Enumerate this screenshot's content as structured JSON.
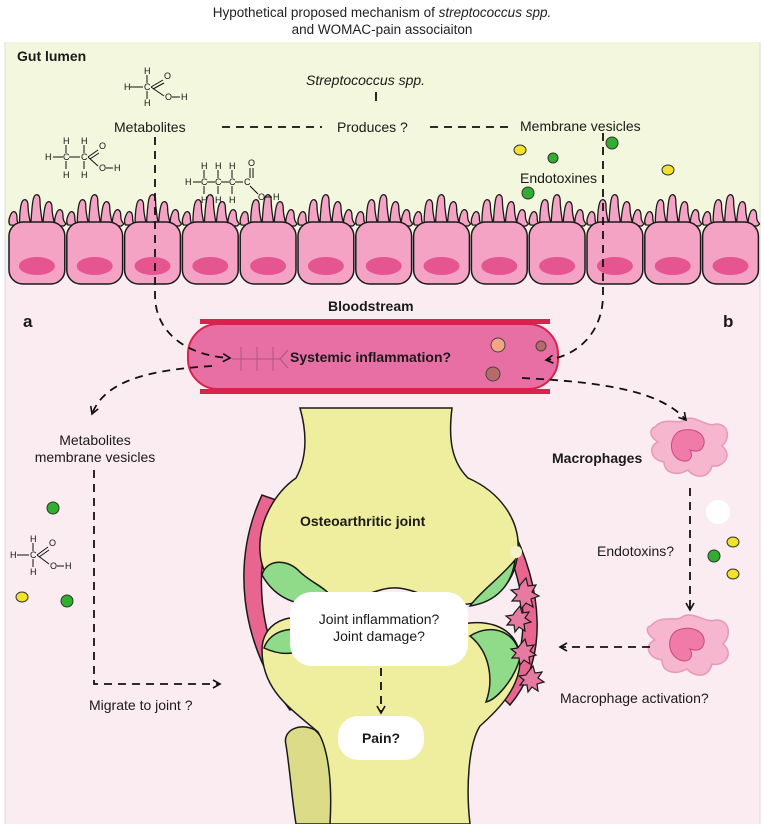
{
  "title": {
    "line1_prefix": "Hypothetical proposed mechanism of ",
    "line1_italic": "streptococcus spp.",
    "line2": "and WOMAC-pain associaiton"
  },
  "labels": {
    "gut_lumen": "Gut lumen",
    "streptococcus": "Streptococcus spp.",
    "metabolites": "Metabolites",
    "produces": "Produces ?",
    "membrane_vesicles": "Membrane vesicles",
    "endotoxines": "Endotoxines",
    "bloodstream": "Bloodstream",
    "panel_a": "a",
    "panel_b": "b",
    "systemic_inflammation": "Systemic inflammation?",
    "metabolites_vesicles_line1": "Metabolites",
    "metabolites_vesicles_line2": "membrane vesicles",
    "macrophages": "Macrophages",
    "osteoarthritic_joint": "Osteoarthritic joint",
    "endotoxins_q": "Endotoxins?",
    "joint_inflammation": "Joint inflammation?",
    "joint_damage": "Joint damage?",
    "migrate_to_joint": "Migrate to joint ?",
    "macrophage_activation": "Macrophage activation?",
    "pain": "Pain?"
  },
  "chem": {
    "H": "H",
    "C": "C",
    "O": "O",
    "OH": "O–H"
  },
  "colors": {
    "lumen_bg": "#f2f7dd",
    "lower_bg": "#fbecf2",
    "cell_fill": "#f4a3c4",
    "cell_stroke": "#1a1a1a",
    "nucleus": "#e5558f",
    "vessel": "#e76fa4",
    "vessel_edge": "#d8234e",
    "bone": "#eeee9e",
    "cartilage": "#8fdb8a",
    "synovium": "#e8658f",
    "macrophage": "#f6b6cd",
    "particle_green": "#2fae2f",
    "particle_yellow": "#f3e22b",
    "dark_red_particle": "#b86a6a"
  }
}
